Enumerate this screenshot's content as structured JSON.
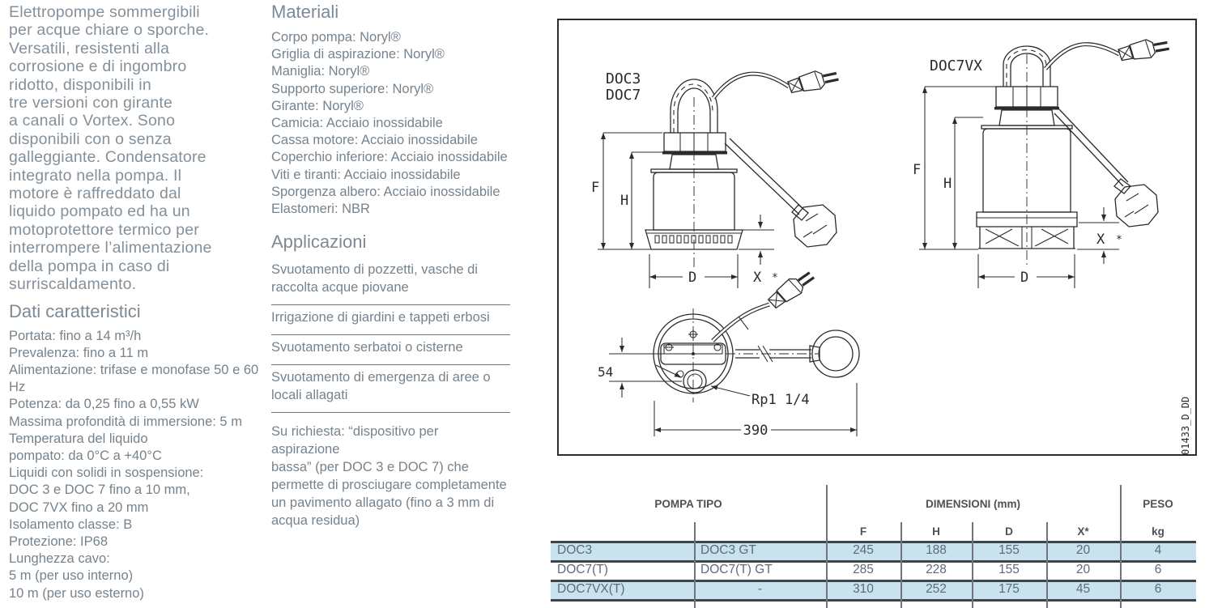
{
  "colors": {
    "row_blue": "#c8e3ed",
    "rule_dark": "#3e4347",
    "body_gray": "#76838d"
  },
  "intro": {
    "text": "Elettropompe sommergibili\nper acque chiare o sporche.\nVersatili, resistenti alla\ncorrosione e di ingombro\nridotto, disponibili in\ntre versioni con girante\na canali o Vortex. Sono\ndisponibili con o senza\ngalleggiante. Condensatore\nintegrato nella pompa. Il\nmotore è raffreddato dal\nliquido pompato ed ha un\nmotoprotettore termico per\ninterrompere l’alimentazione\ndella pompa in caso di\nsurriscaldamento."
  },
  "dati": {
    "heading": "Dati caratteristici",
    "lines": [
      "Portata: fino a 14 m³/h",
      "Prevalenza: fino a 11 m",
      "Alimentazione: trifase e monofase 50 e 60 Hz",
      "Potenza: da 0,25 fino a 0,55 kW",
      "Massima profondità di immersione: 5 m",
      "Temperatura del liquido",
      "pompato: da 0°C a +40°C",
      "Liquidi con solidi in sospensione:",
      "DOC 3 e DOC 7 fino a 10 mm,",
      "DOC 7VX fino a 20 mm",
      "Isolamento classe: B",
      "Protezione: IP68",
      "Lunghezza cavo:",
      "5 m (per uso interno)",
      "10 m (per uso esterno)"
    ]
  },
  "materiali": {
    "heading": "Materiali",
    "items": [
      "Corpo pompa: Noryl®",
      "Griglia di aspirazione: Noryl®",
      "Maniglia: Noryl®",
      "Supporto superiore: Noryl®",
      "Girante: Noryl®",
      "Camicia: Acciaio inossidabile",
      "Cassa motore: Acciaio inossidabile",
      "Coperchio inferiore: Acciaio inossidabile",
      "Viti e tiranti: Acciaio inossidabile",
      "Sporgenza albero: Acciaio inossidabile",
      "Elastomeri: NBR"
    ]
  },
  "applicazioni": {
    "heading": "Applicazioni",
    "items": [
      "Svuotamento di pozzetti, vasche di\nraccolta acque piovane",
      "Irrigazione di giardini e tappeti erbosi",
      "Svuotamento serbatoi o cisterne",
      "Svuotamento di emergenza di aree o\nlocali allagati"
    ],
    "note": "Su richiesta: “dispositivo per aspirazione\nbassa” (per DOC 3 e DOC 7) che\npermette di prosciugare completamente\nun pavimento allagato (fino a 3 mm di\nacqua residua)"
  },
  "drawing": {
    "pump1_label_line1": "DOC3",
    "pump1_label_line2": "DOC7",
    "pump2_label": "DOC7VX",
    "dim_f": "F",
    "dim_h": "H",
    "dim_d": "D",
    "dim_x": "X",
    "dim_x_note": "*",
    "top_view_offset": "54",
    "thread_label": "Rp1 1/4",
    "overall_width": "390",
    "doc_code": "01433_D_DD"
  },
  "table": {
    "group_pompa": "POMPA TIPO",
    "group_dimensioni": "DIMENSIONI (mm)",
    "group_peso": "PESO",
    "sub": {
      "f": "F",
      "h": "H",
      "d": "D",
      "x": "X*",
      "kg": "kg"
    },
    "rows": [
      {
        "tipo_a": "DOC3",
        "tipo_b": "DOC3 GT",
        "f": "245",
        "h": "188",
        "d": "155",
        "x": "20",
        "kg": "4"
      },
      {
        "tipo_a": "DOC7(T)",
        "tipo_b": "DOC7(T) GT",
        "f": "285",
        "h": "228",
        "d": "155",
        "x": "20",
        "kg": "6"
      },
      {
        "tipo_a": "DOC7VX(T)",
        "tipo_b": "-",
        "f": "310",
        "h": "252",
        "d": "175",
        "x": "45",
        "kg": "6"
      }
    ]
  }
}
